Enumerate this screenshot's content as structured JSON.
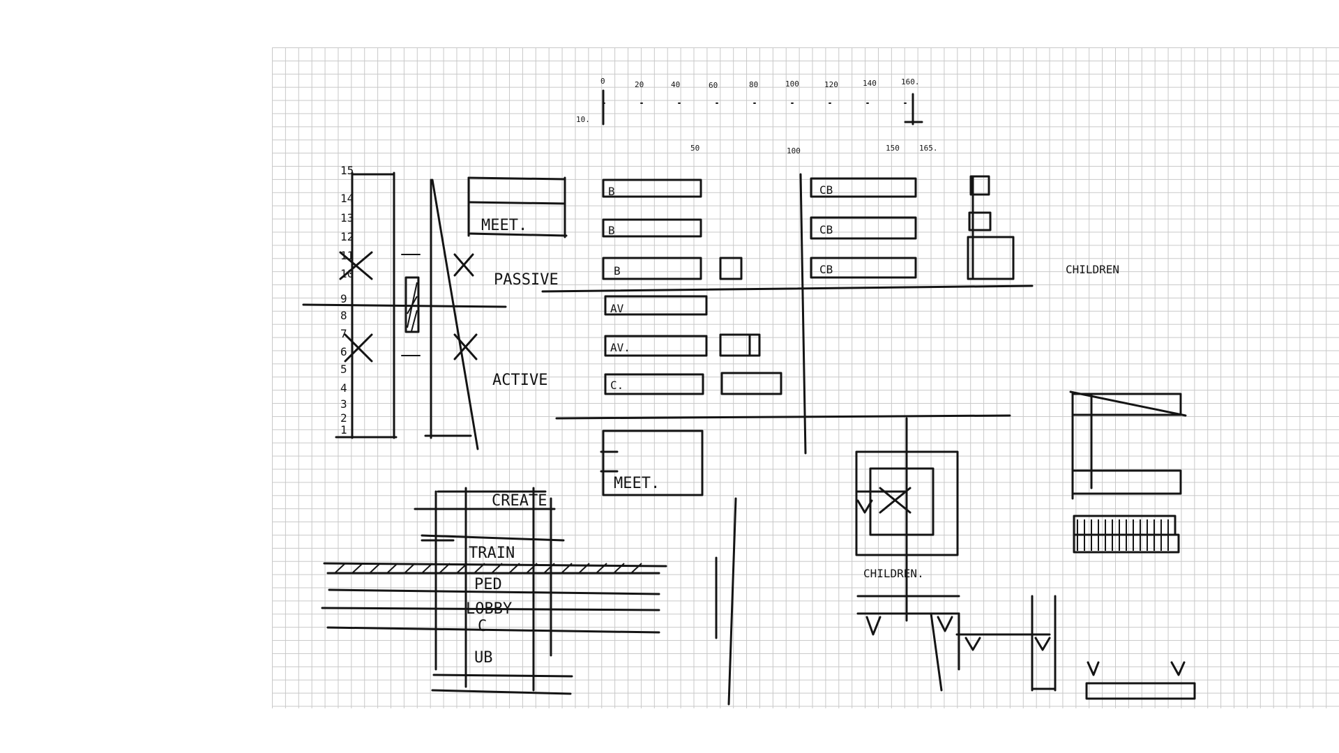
{
  "scale": {
    "top_ticks": [
      "0",
      "20",
      "40",
      "60",
      "80",
      "100",
      "120",
      "140",
      "160."
    ],
    "left_tick": "10.",
    "bottom_ticks": [
      "50",
      "100",
      "150",
      "165."
    ]
  },
  "left_panel": {
    "ticks": [
      "15",
      "14",
      "13",
      "12",
      "11",
      "10",
      "9",
      "8",
      "7",
      "6",
      "5",
      "4",
      "3",
      "2",
      "1"
    ],
    "labels": {
      "meet": "MEET.",
      "passive": "PASSIVE",
      "active": "ACTIVE"
    }
  },
  "middle_panel": {
    "bars": [
      "B",
      "B",
      "B",
      "AV",
      "AV.",
      "C."
    ],
    "meet_box": "MEET."
  },
  "right_panel": {
    "bars": [
      "CB",
      "CB",
      "CB"
    ],
    "children_label": "CHILDREN"
  },
  "lower_left": {
    "labels": [
      "CREATE",
      "TRAIN",
      "PED",
      "LOBBY",
      "C",
      "UB"
    ]
  },
  "lower_middle": {
    "children_label": "CHILDREN."
  },
  "colors": {
    "ink": "#141414",
    "grid": "#c8c8c8",
    "paper": "#ffffff"
  }
}
